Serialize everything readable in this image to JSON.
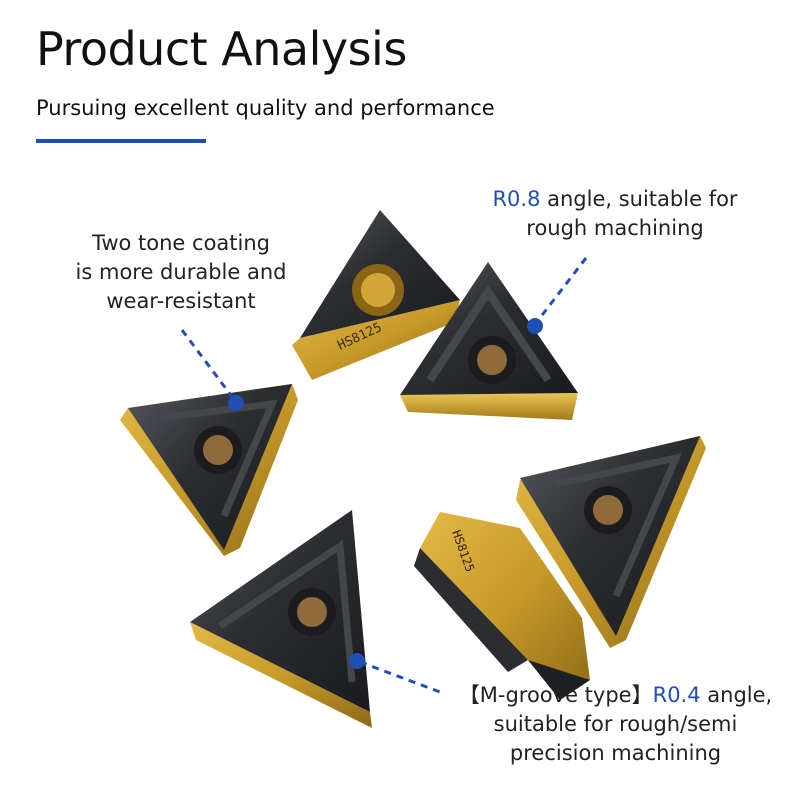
{
  "header": {
    "title": "Product Analysis",
    "subtitle": "Pursuing excellent quality and performance"
  },
  "colors": {
    "accent": "#1f4fb4",
    "insert_dark": "#2b2d31",
    "insert_gold": "#c79a2a"
  },
  "callouts": {
    "coating": {
      "line1": "Two tone coating",
      "line2": "is more durable and",
      "line3": "wear-resistant"
    },
    "r08": {
      "highlight": "R0.8",
      "rest": " angle, suitable for",
      "line2": "rough machining"
    },
    "r04": {
      "prefix": "【M-groove type】",
      "highlight": "R0.4",
      "rest": " angle,",
      "line2": "suitable for rough/semi",
      "line3": "precision machining"
    }
  },
  "product": {
    "engraving": "HS8125"
  }
}
